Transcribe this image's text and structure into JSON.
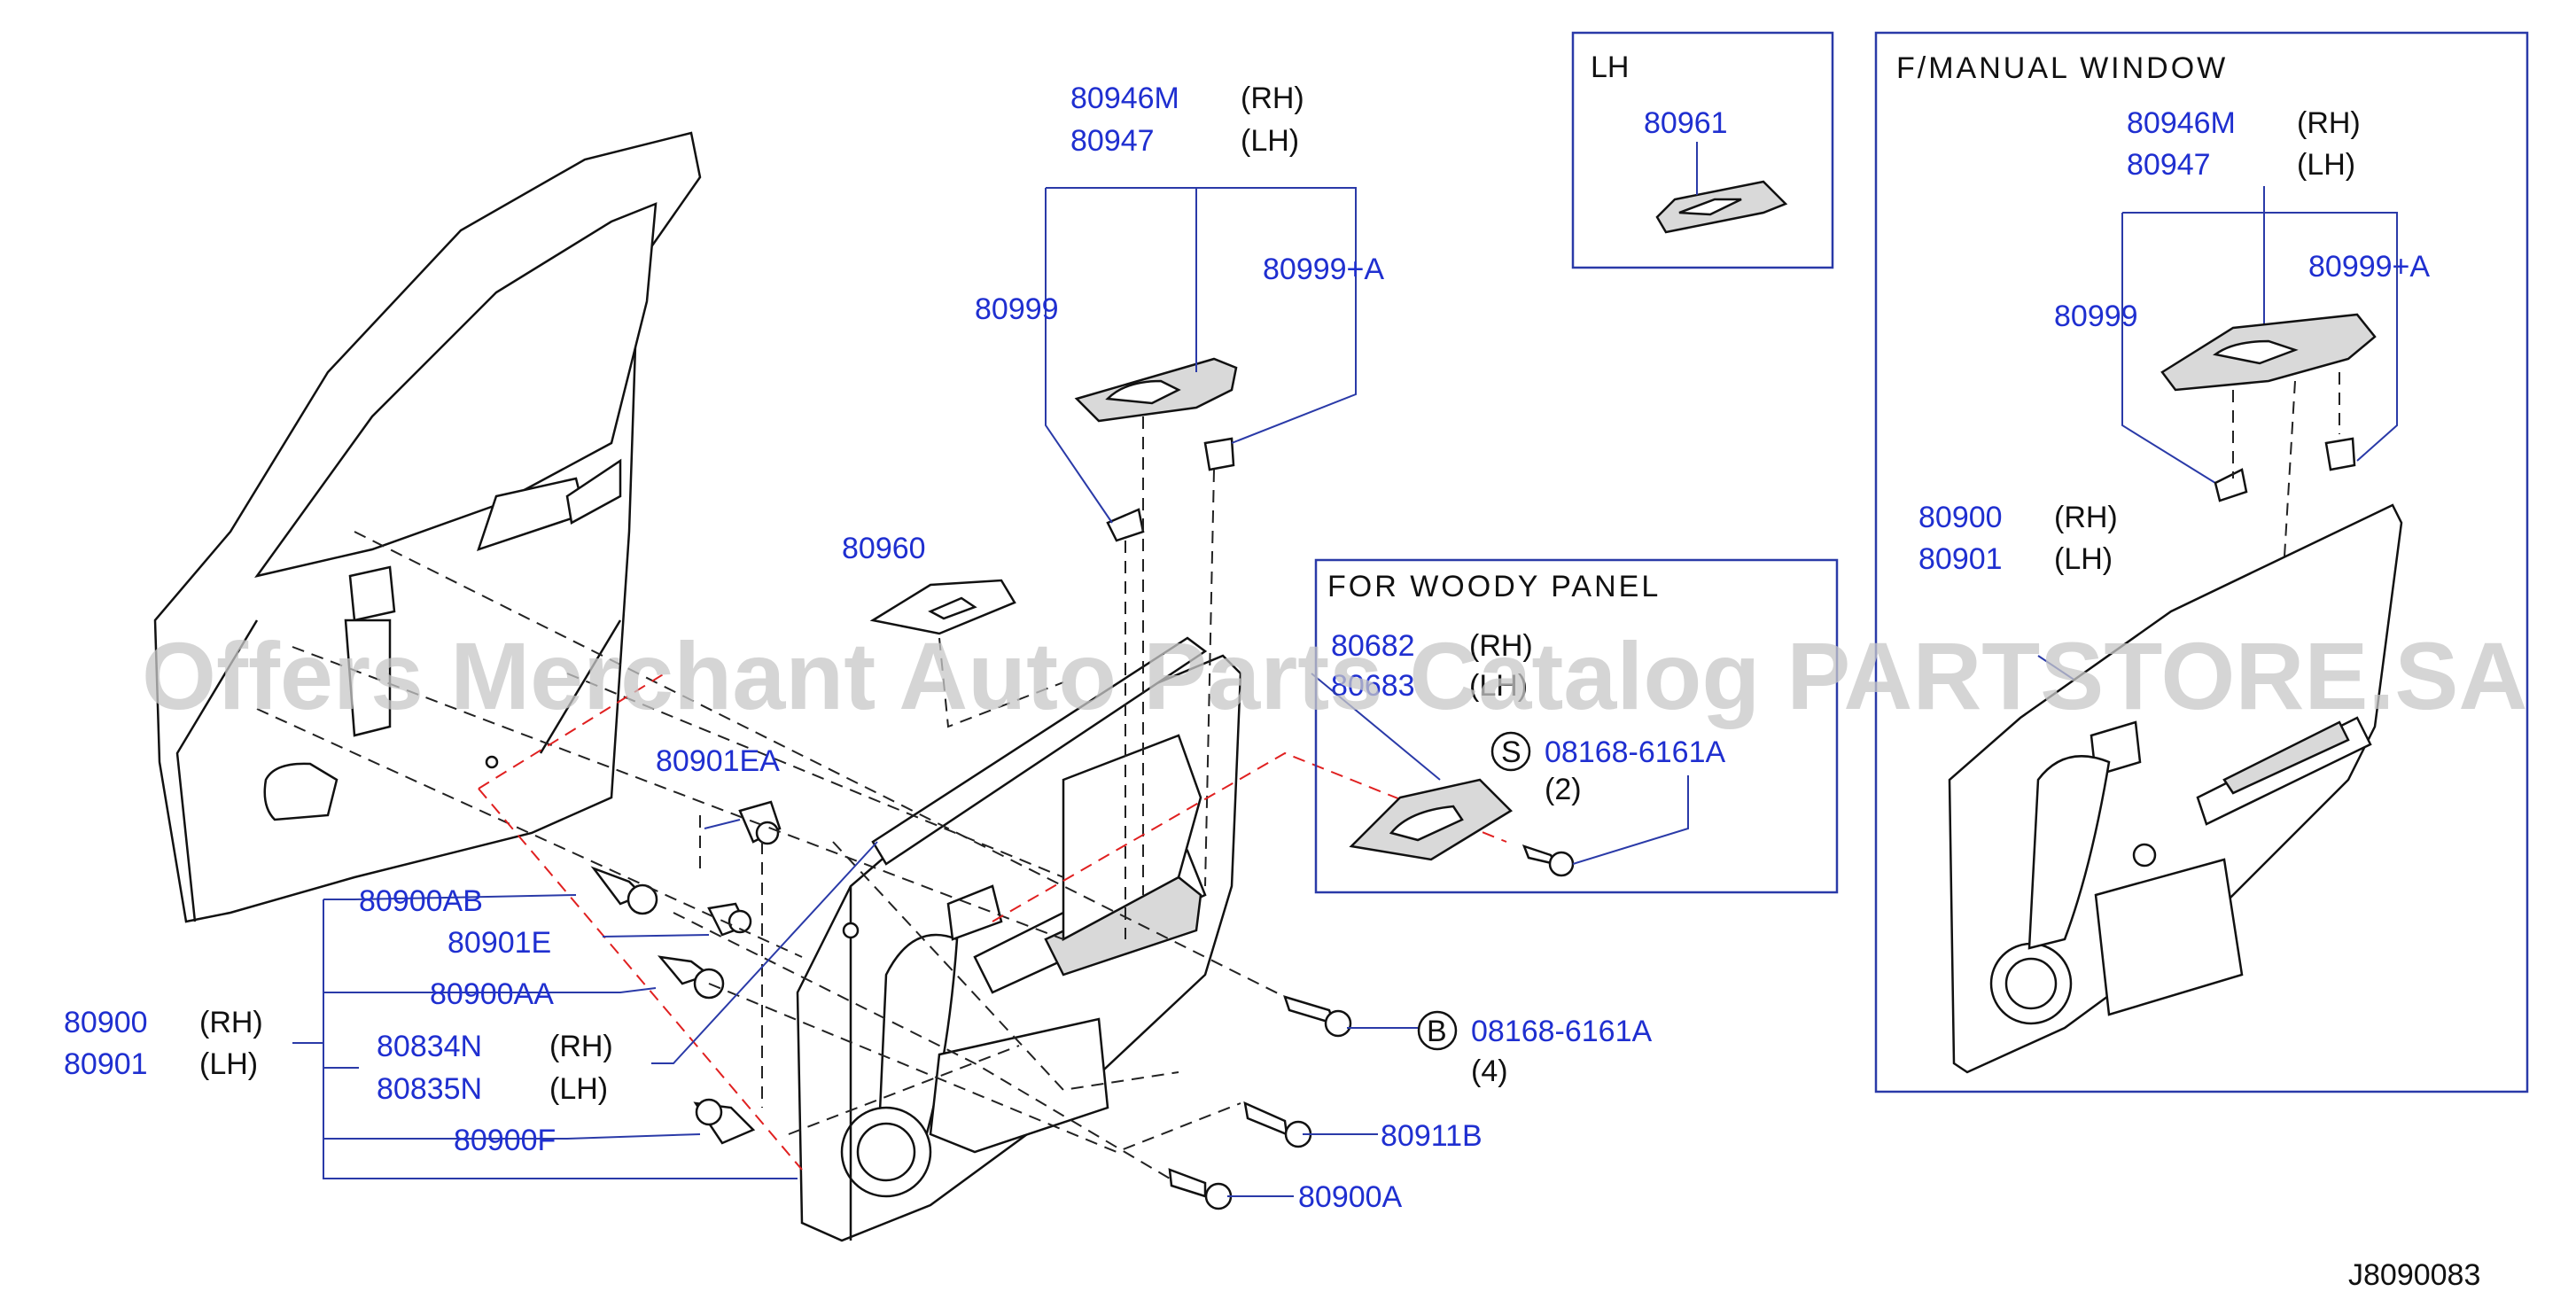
{
  "watermark": "Offers Merchant Auto Parts Catalog PARTSTORE.SA",
  "diagram_code": "J8090083",
  "main": {
    "callouts": {
      "p80946M": "80946M",
      "rh1": "(RH)",
      "p80947": "80947",
      "lh1": "(LH)",
      "p80999": "80999",
      "p80999A": "80999+A",
      "p80960": "80960",
      "p80901EA": "80901EA",
      "p80900AB": "80900AB",
      "p80901E": "80901E",
      "p80900AA": "80900AA",
      "p80900": "80900",
      "rh2": "(RH)",
      "p80901": "80901",
      "lh2": "(LH)",
      "p80834N": "80834N",
      "rh3": "(RH)",
      "p80835N": "80835N",
      "lh3": "(LH)",
      "p80900F": "80900F",
      "pB": "08168-6161A",
      "symB": "B",
      "qtyB": "(4)",
      "p80911B": "80911B",
      "p80900A": "80900A"
    }
  },
  "inset_lh": {
    "title": "LH",
    "part": "80961"
  },
  "inset_woody": {
    "title": "FOR  WOODY  PANEL",
    "p1": "80682",
    "rh": "(RH)",
    "p2": "80683",
    "lh": "(LH)",
    "symS": "S",
    "screw": "08168-6161A",
    "qty": "(2)"
  },
  "inset_manual": {
    "title": "F/MANUAL   WINDOW",
    "p80946M": "80946M",
    "rh1": "(RH)",
    "p80947": "80947",
    "lh1": "(LH)",
    "p80999A": "80999+A",
    "p80999": "80999",
    "p80900": "80900",
    "rh2": "(RH)",
    "p80901": "80901",
    "lh2": "(LH)"
  }
}
